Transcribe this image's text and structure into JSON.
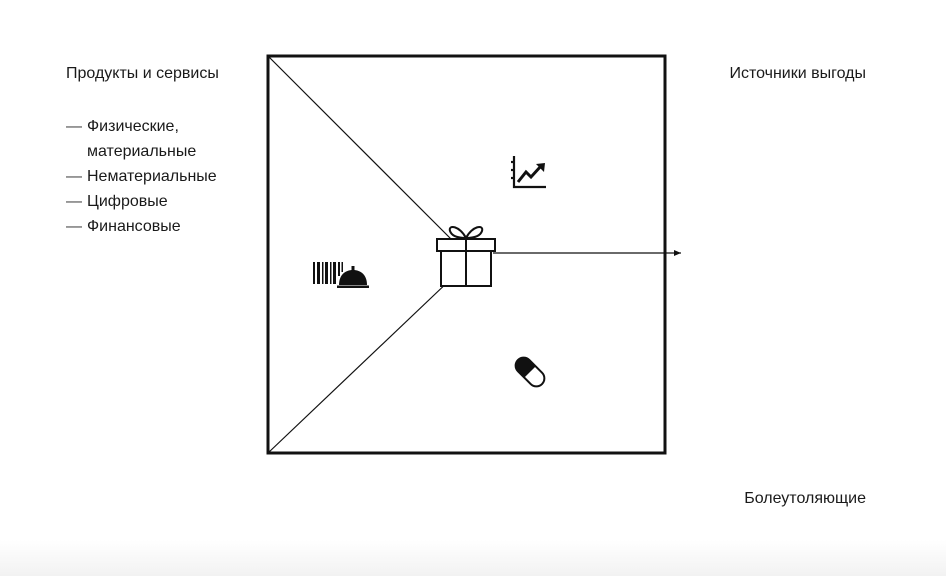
{
  "diagram": {
    "left_title": "Продукты и сервисы",
    "right_title": "Источники выгоды",
    "bottom_title": "Болеутоляющие",
    "product_types": [
      "Физические, материальные",
      "Нематериальные",
      "Цифровые",
      "Финансовые"
    ],
    "list_dash": "—",
    "icons": {
      "center": "gift-icon",
      "left": "barcode-service-bell-icon",
      "top_right": "growth-chart-icon",
      "bottom_right": "pill-icon"
    },
    "colors": {
      "stroke": "#111111",
      "text": "#1a1a1a",
      "background": "#ffffff"
    }
  }
}
